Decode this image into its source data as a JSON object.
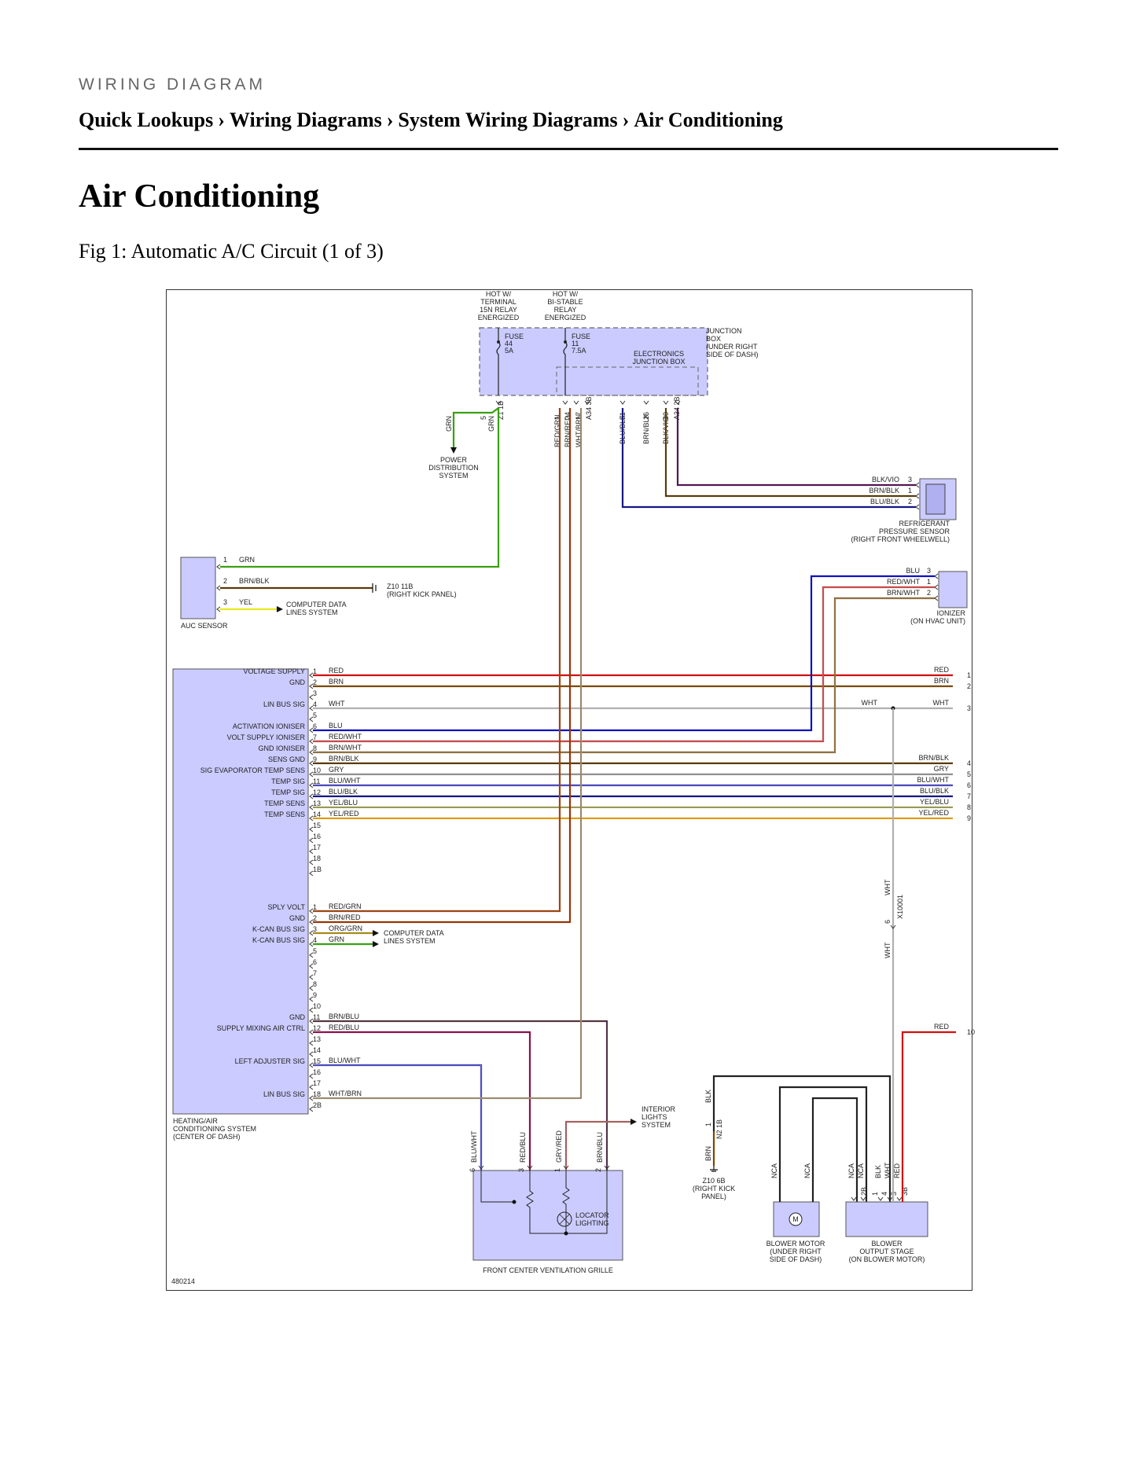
{
  "header": {
    "kicker": "WIRING DIAGRAM",
    "breadcrumb": [
      "Quick Lookups",
      "Wiring Diagrams",
      "System Wiring Diagrams",
      "Air Conditioning"
    ],
    "separator": "›"
  },
  "page": {
    "title": "Air Conditioning",
    "figure_caption": "Fig 1: Automatic A/C Circuit (1 of 3)"
  },
  "diagram": {
    "id_label": "480214",
    "hot_labels": {
      "terminal15n": [
        "HOT W/",
        "TERMINAL",
        "15N RELAY",
        "ENERGIZED"
      ],
      "bistable": [
        "HOT W/",
        "BI-STABLE",
        "RELAY",
        "ENERGIZED"
      ]
    },
    "junction_box": {
      "label": [
        "JUNCTION",
        "BOX",
        "(UNDER RIGHT",
        "SIDE OF DASH)"
      ],
      "electronics": [
        "ELECTRONICS",
        "JUNCTION BOX"
      ],
      "fuse44": [
        "FUSE",
        "44",
        "5A"
      ],
      "fuse11": [
        "FUSE",
        "11",
        "7.5A"
      ],
      "pins": [
        "5",
        "Z1 1B",
        "1",
        "24",
        "17",
        "A34 3B",
        "51",
        "26",
        "30",
        "A34 2B"
      ]
    },
    "top_wires": [
      "GRN",
      "GRN",
      "RED/GRN",
      "BRN/RED",
      "WHT/BRN",
      "BLU/BLK",
      "BRN/BLK",
      "BLK/VIO"
    ],
    "power_distribution": [
      "POWER",
      "DISTRIBUTION",
      "SYSTEM"
    ],
    "refrigerant_sensor": {
      "label": [
        "REFRIGERANT",
        "PRESSURE SENSOR",
        "(RIGHT FRONT WHEELWELL)"
      ],
      "pins": [
        {
          "wire": "BLK/VIO",
          "pin": "3"
        },
        {
          "wire": "BRN/BLK",
          "pin": "1"
        },
        {
          "wire": "BLU/BLK",
          "pin": "2"
        }
      ]
    },
    "auc_sensor": {
      "label": "AUC SENSOR",
      "pins": [
        {
          "pin": "1",
          "wire": "GRN"
        },
        {
          "pin": "2",
          "wire": "BRN/BLK"
        },
        {
          "pin": "3",
          "wire": "YEL"
        }
      ],
      "ground": [
        "Z10 11B",
        "(RIGHT KICK PANEL)"
      ],
      "computer_data": [
        "COMPUTER DATA",
        "LINES SYSTEM"
      ]
    },
    "ionizer": {
      "label": [
        "IONIZER",
        "(ON HVAC UNIT)"
      ],
      "pins": [
        {
          "wire": "BLU",
          "pin": "3"
        },
        {
          "wire": "RED/WHT",
          "pin": "1"
        },
        {
          "wire": "BRN/WHT",
          "pin": "2"
        }
      ]
    },
    "hvac": {
      "label": [
        "HEATING/AIR",
        "CONDITIONING SYSTEM",
        "(CENTER OF DASH)"
      ],
      "conn1": [
        {
          "pin": "1",
          "func": "VOLTAGE SUPPLY",
          "wire": "RED",
          "right_label": "RED",
          "right_pin": "1"
        },
        {
          "pin": "2",
          "func": "GND",
          "wire": "BRN",
          "right_label": "BRN",
          "right_pin": "2"
        },
        {
          "pin": "3",
          "func": "",
          "wire": "",
          "right_label": "",
          "right_pin": ""
        },
        {
          "pin": "4",
          "func": "LIN BUS SIG",
          "wire": "WHT",
          "right_label": "WHT",
          "right_pin": "3"
        },
        {
          "pin": "5",
          "func": "",
          "wire": "",
          "right_label": "",
          "right_pin": ""
        },
        {
          "pin": "6",
          "func": "ACTIVATION IONISER",
          "wire": "BLU",
          "right_label": "",
          "right_pin": ""
        },
        {
          "pin": "7",
          "func": "VOLT SUPPLY IONISER",
          "wire": "RED/WHT",
          "right_label": "",
          "right_pin": ""
        },
        {
          "pin": "8",
          "func": "GND IONISER",
          "wire": "BRN/WHT",
          "right_label": "",
          "right_pin": ""
        },
        {
          "pin": "9",
          "func": "SENS GND",
          "wire": "BRN/BLK",
          "right_label": "BRN/BLK",
          "right_pin": "4"
        },
        {
          "pin": "10",
          "func": "SIG EVAPORATOR TEMP SENS",
          "wire": "GRY",
          "right_label": "GRY",
          "right_pin": "5"
        },
        {
          "pin": "11",
          "func": "TEMP SIG",
          "wire": "BLU/WHT",
          "right_label": "BLU/WHT",
          "right_pin": "6"
        },
        {
          "pin": "12",
          "func": "TEMP SIG",
          "wire": "BLU/BLK",
          "right_label": "BLU/BLK",
          "right_pin": "7"
        },
        {
          "pin": "13",
          "func": "TEMP SENS",
          "wire": "YEL/BLU",
          "right_label": "YEL/BLU",
          "right_pin": "8"
        },
        {
          "pin": "14",
          "func": "TEMP SENS",
          "wire": "YEL/RED",
          "right_label": "YEL/RED",
          "right_pin": "9"
        },
        {
          "pin": "15",
          "func": "",
          "wire": "",
          "right_label": "",
          "right_pin": ""
        },
        {
          "pin": "16",
          "func": "",
          "wire": "",
          "right_label": "",
          "right_pin": ""
        },
        {
          "pin": "17",
          "func": "",
          "wire": "",
          "right_label": "",
          "right_pin": ""
        },
        {
          "pin": "18",
          "func": "",
          "wire": "",
          "right_label": "",
          "right_pin": ""
        },
        {
          "pin": "1B",
          "func": "",
          "wire": "",
          "right_label": "",
          "right_pin": ""
        }
      ],
      "wht_mid_label": "WHT",
      "conn2": [
        {
          "pin": "1",
          "func": "SPLY VOLT",
          "wire": "RED/GRN"
        },
        {
          "pin": "2",
          "func": "GND",
          "wire": "BRN/RED"
        },
        {
          "pin": "3",
          "func": "K-CAN BUS SIG",
          "wire": "ORG/GRN"
        },
        {
          "pin": "4",
          "func": "K-CAN BUS SIG",
          "wire": "GRN"
        },
        {
          "pin": "5",
          "func": "",
          "wire": ""
        },
        {
          "pin": "6",
          "func": "",
          "wire": ""
        },
        {
          "pin": "7",
          "func": "",
          "wire": ""
        },
        {
          "pin": "8",
          "func": "",
          "wire": ""
        },
        {
          "pin": "9",
          "func": "",
          "wire": ""
        },
        {
          "pin": "10",
          "func": "",
          "wire": ""
        },
        {
          "pin": "11",
          "func": "GND",
          "wire": "BRN/BLU"
        },
        {
          "pin": "12",
          "func": "SUPPLY MIXING AIR CTRL",
          "wire": "RED/BLU"
        },
        {
          "pin": "13",
          "func": "",
          "wire": ""
        },
        {
          "pin": "14",
          "func": "",
          "wire": ""
        },
        {
          "pin": "15",
          "func": "LEFT ADJUSTER SIG",
          "wire": "BLU/WHT"
        },
        {
          "pin": "16",
          "func": "",
          "wire": ""
        },
        {
          "pin": "17",
          "func": "",
          "wire": ""
        },
        {
          "pin": "18",
          "func": "LIN BUS SIG",
          "wire": "WHT/BRN"
        },
        {
          "pin": "2B",
          "func": "",
          "wire": ""
        }
      ],
      "computer_data": [
        "COMPUTER DATA",
        "LINES SYSTEM"
      ]
    },
    "connector_x": {
      "name": "X10001",
      "pin": "6",
      "wire_top": "WHT",
      "wire_bottom": "WHT"
    },
    "red10": {
      "wire": "RED",
      "pin": "10"
    },
    "vent_grille": {
      "label": "FRONT CENTER VENTILATION GRILLE",
      "locator": [
        "LOCATOR",
        "LIGHTING"
      ],
      "pins": [
        {
          "wire": "BLU/WHT",
          "pin": "6"
        },
        {
          "wire": "RED/BLU",
          "pin": "3"
        },
        {
          "wire": "GRY/RED",
          "pin": "1"
        },
        {
          "wire": "BRN/BLU",
          "pin": "2"
        }
      ]
    },
    "interior_lights": [
      "INTERIOR",
      "LIGHTS",
      "SYSTEM"
    ],
    "ground_z10_6b": {
      "label": [
        "Z10 6B",
        "(RIGHT KICK",
        "PANEL)"
      ],
      "wire_top": "BLK",
      "wire_bottom": "BRN",
      "pin": "1",
      "conn": "N2 1B"
    },
    "blower_motor": {
      "label": [
        "BLOWER MOTOR",
        "(UNDER RIGHT",
        "SIDE OF DASH)"
      ],
      "wires": [
        "NCA",
        "NCA"
      ],
      "symbol": "M"
    },
    "blower_output": {
      "label": [
        "BLOWER",
        "OUTPUT STAGE",
        "(ON BLOWER MOTOR)"
      ],
      "wires": [
        "NCA",
        "NCA",
        "BLK",
        "WHT",
        "RED"
      ],
      "pins": [
        "2B",
        "1",
        "4",
        "3",
        "3B"
      ]
    },
    "colors": {
      "component_fill": "#cbcbff",
      "RED": "#d01010",
      "BRN": "#7a4a00",
      "GRN": "#3aa010",
      "BLU": "#1010c0",
      "WHT": "#b0b0b0",
      "YEL": "#e8e820",
      "GRY": "#909090",
      "BLK": "#222222",
      "VIO": "#b000b0",
      "ORG": "#e08020"
    }
  }
}
